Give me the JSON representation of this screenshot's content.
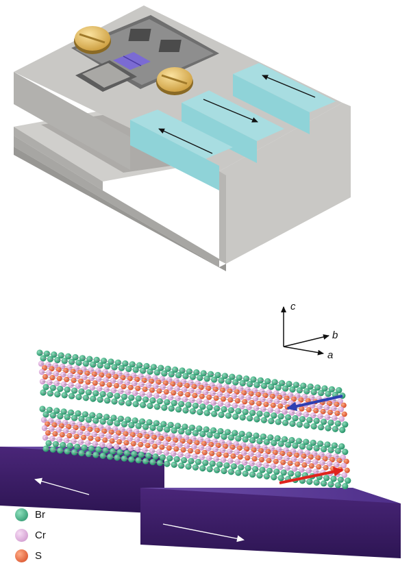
{
  "axes": {
    "c": "c",
    "b": "b",
    "a": "a"
  },
  "legend": [
    {
      "label": "Br",
      "color": "#2aa77c"
    },
    {
      "label": "Cr",
      "color": "#d9a3d6"
    },
    {
      "label": "S",
      "color": "#e2572c"
    }
  ],
  "colors": {
    "frame": "#c7c6c3",
    "piezo": "#9fd8dc",
    "sample": "#7b6bd3",
    "substrate": "#4e2a82",
    "screw": "#e6c069",
    "arrow_top_layer": "#2d3fb2",
    "arrow_bottom_layer": "#e0231d"
  }
}
